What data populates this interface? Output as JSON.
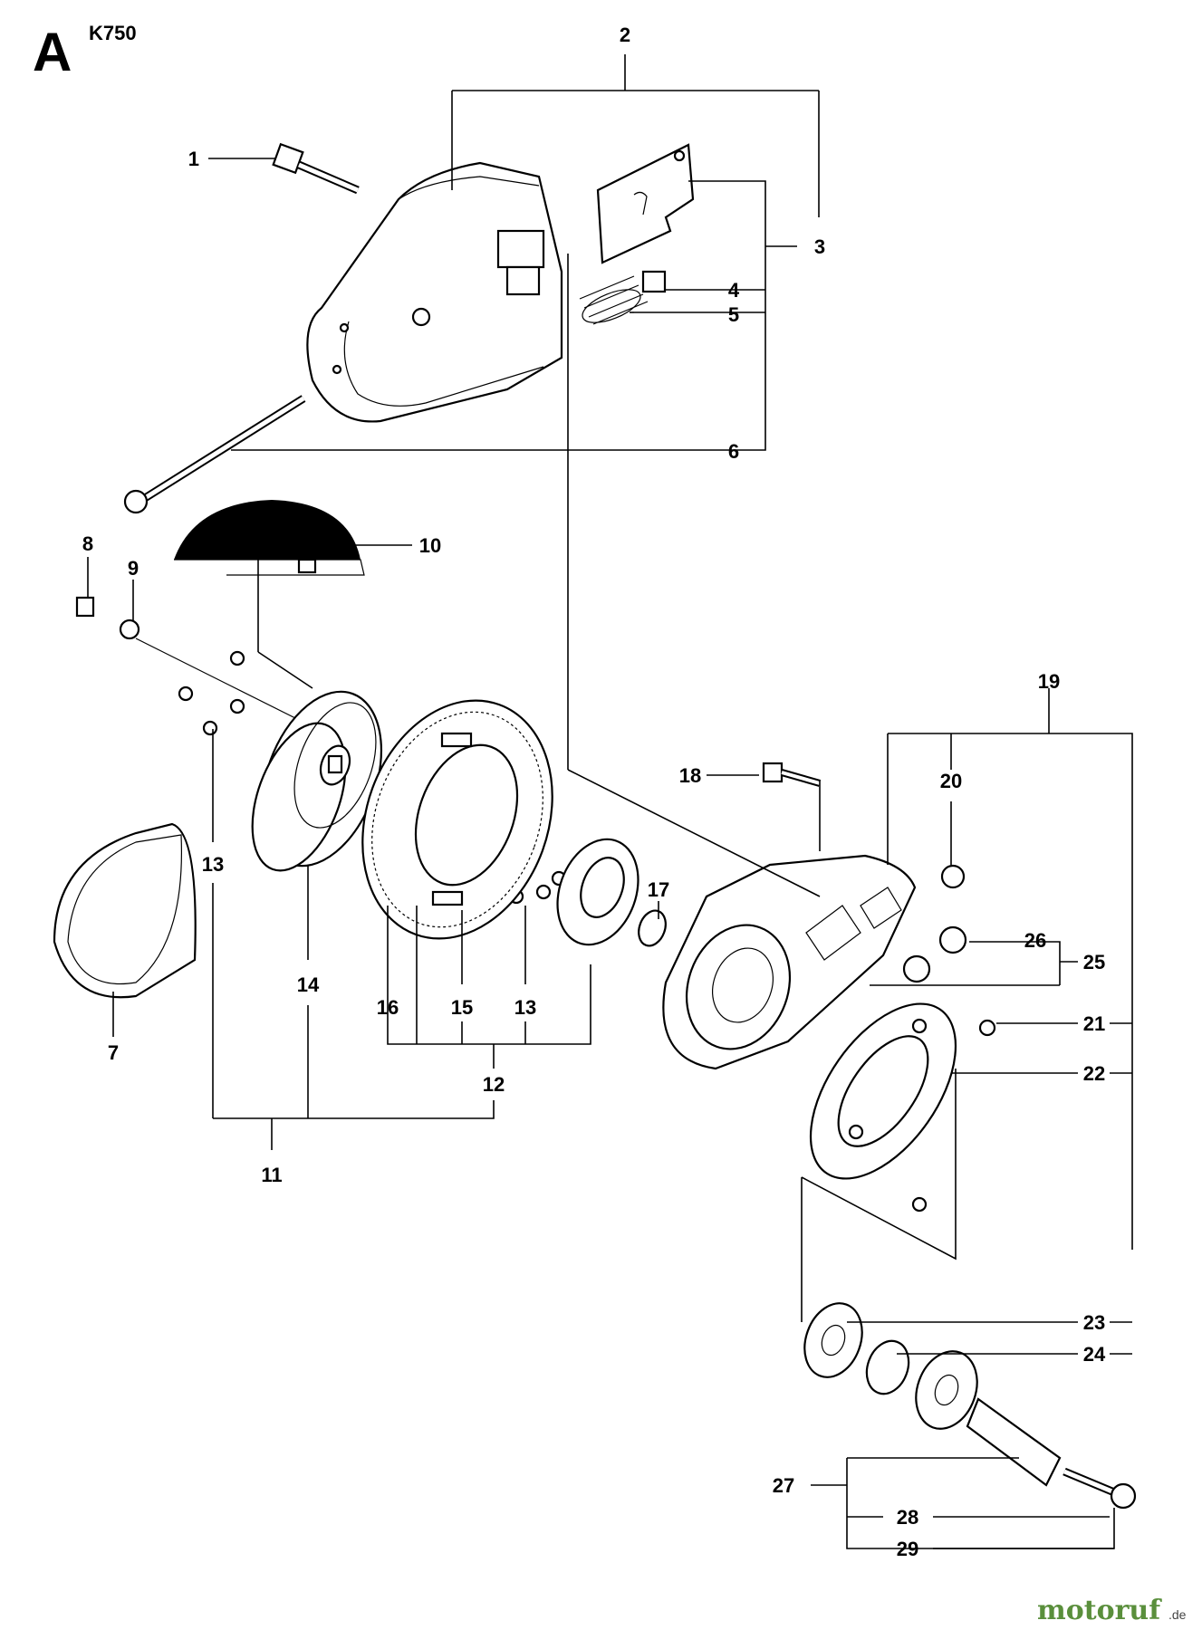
{
  "header": {
    "section_letter": "A",
    "model": "K750"
  },
  "callouts": [
    "1",
    "2",
    "3",
    "4",
    "5",
    "6",
    "7",
    "8",
    "9",
    "10",
    "11",
    "12",
    "13",
    "13",
    "14",
    "15",
    "16",
    "17",
    "18",
    "19",
    "20",
    "21",
    "22",
    "23",
    "24",
    "25",
    "26",
    "27",
    "28",
    "29"
  ],
  "watermark": {
    "text": "motoruf",
    "suffix": ".de"
  }
}
